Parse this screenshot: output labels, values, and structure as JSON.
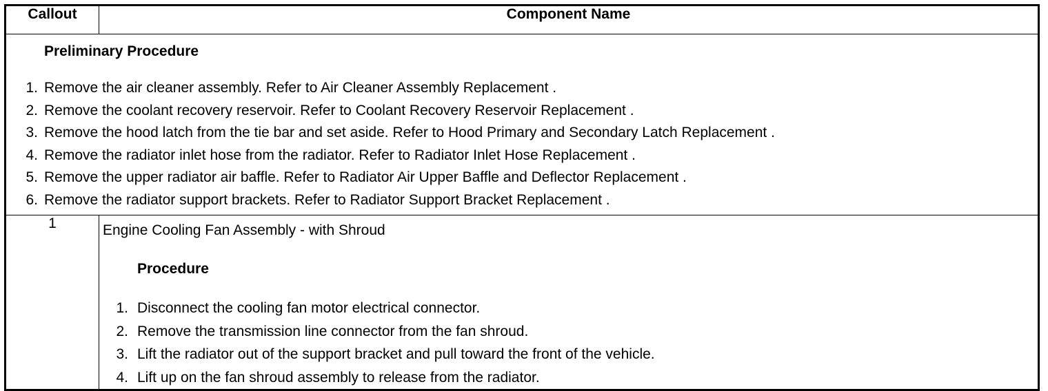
{
  "table": {
    "headers": {
      "callout": "Callout",
      "component": "Component Name"
    },
    "preliminary": {
      "title": "Preliminary Procedure",
      "steps": [
        {
          "num": "1.",
          "text": "Remove the air cleaner assembly. Refer to Air Cleaner Assembly Replacement ."
        },
        {
          "num": "2.",
          "text": "Remove the coolant recovery reservoir. Refer to Coolant Recovery Reservoir Replacement ."
        },
        {
          "num": "3.",
          "text": "Remove the hood latch from the tie bar and set aside. Refer to Hood Primary and Secondary Latch Replacement ."
        },
        {
          "num": "4.",
          "text": "Remove the radiator inlet hose from the radiator. Refer to Radiator Inlet Hose Replacement ."
        },
        {
          "num": "5.",
          "text": "Remove the upper radiator air baffle. Refer to Radiator Air Upper Baffle and Deflector Replacement ."
        },
        {
          "num": "6.",
          "text": "Remove the radiator support brackets. Refer to Radiator Support Bracket Replacement ."
        }
      ]
    },
    "rows": [
      {
        "callout": "1",
        "component": "Engine Cooling Fan Assembly - with Shroud",
        "procedure_title": "Procedure",
        "steps": [
          {
            "num": "1.",
            "text": "Disconnect the cooling fan motor electrical connector."
          },
          {
            "num": "2.",
            "text": "Remove the transmission line connector from the fan shroud."
          },
          {
            "num": "3.",
            "text": "Lift the radiator out of the support bracket and pull toward the front of the vehicle."
          },
          {
            "num": "4.",
            "text": "Lift up on the fan shroud assembly to release from the radiator."
          }
        ]
      }
    ]
  }
}
